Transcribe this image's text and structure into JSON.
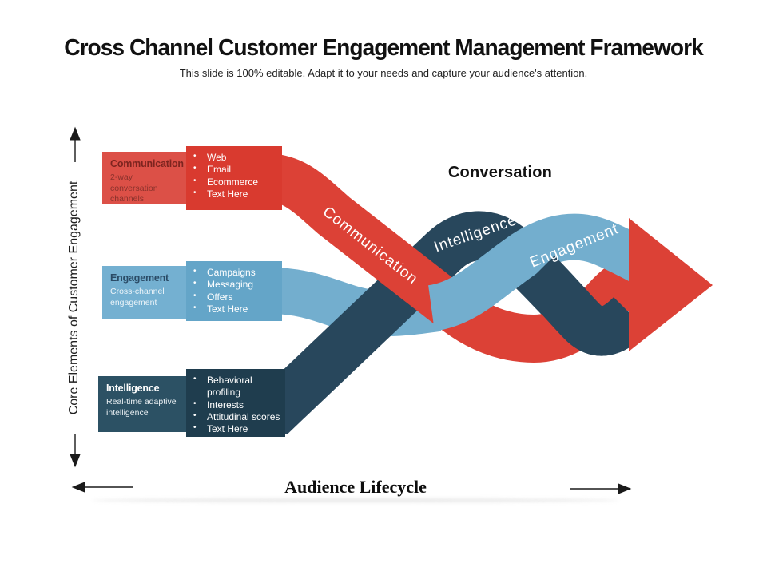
{
  "slide": {
    "title": "Cross Channel Customer Engagement Management Framework",
    "subtitle": "This slide is 100% editable. Adapt it to your needs and capture your audience's attention."
  },
  "axes": {
    "vertical_label": "Core Elements of Customer Engagement",
    "horizontal_label": "Audience Lifecycle"
  },
  "center_label": "Conversation",
  "boxes": [
    {
      "title": "Communication",
      "subtitle": "2-way conversation channels",
      "bullets": [
        "Web",
        "Email",
        "Ecommerce",
        "Text Here"
      ]
    },
    {
      "title": "Engagement",
      "subtitle": "Cross-channel engagement",
      "bullets": [
        "Campaigns",
        "Messaging",
        "Offers",
        "Text Here"
      ]
    },
    {
      "title": "Intelligence",
      "subtitle": "Real-time adaptive intelligence",
      "bullets": [
        "Behavioral profiling",
        "Interests",
        "Attitudinal scores",
        "Text Here"
      ]
    }
  ],
  "ribbons": [
    {
      "label": "Communication",
      "color": "#dc4136"
    },
    {
      "label": "Intelligence",
      "color": "#28475c"
    },
    {
      "label": "Engagement",
      "color": "#73aece"
    }
  ],
  "colors": {
    "red_ribbon": "#dc4136",
    "red_panel": "#d93a2f",
    "red_label_box": "#dc5047",
    "red_title_text": "#7d241f",
    "blue_ribbon": "#73aece",
    "blue_panel": "#64a5c8",
    "blue_label_box": "#74b0d1",
    "blue_title_text": "#2a4b66",
    "navy_ribbon": "#28475c",
    "navy_panel": "#1f3d4e",
    "navy_label_box": "#2c5164",
    "arrow": "#dc4136",
    "axis": "#1a1a1a"
  }
}
